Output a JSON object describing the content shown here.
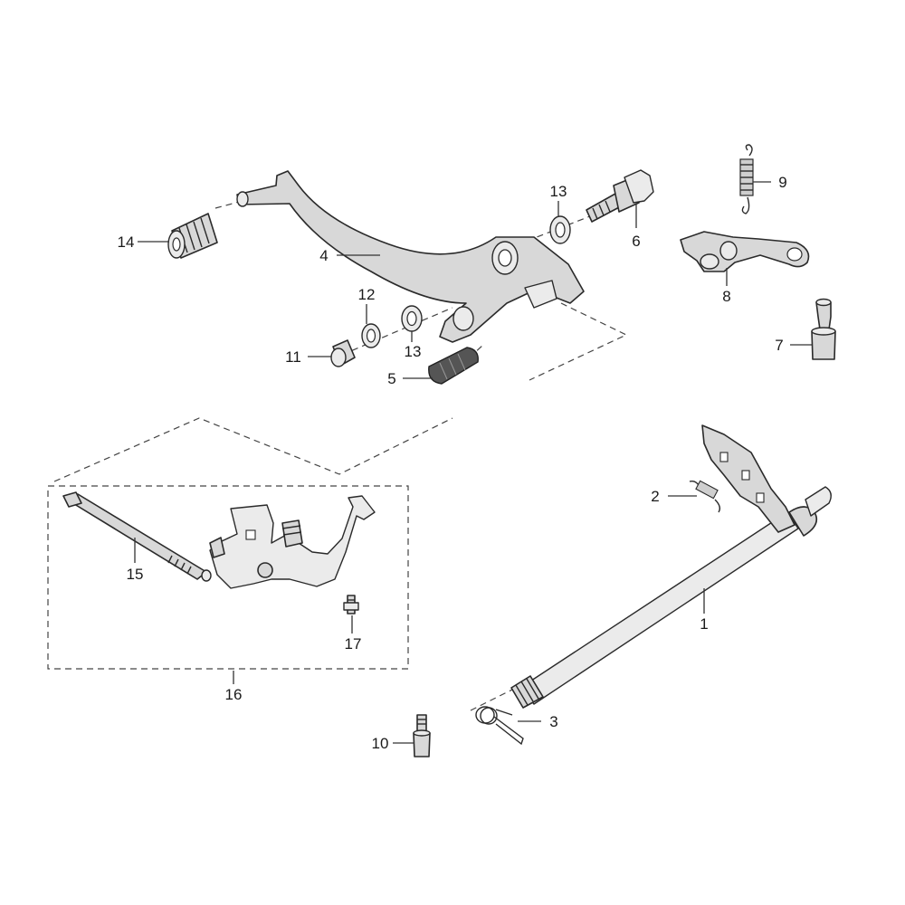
{
  "callouts": {
    "p1": "1",
    "p2": "2",
    "p3": "3",
    "p4": "4",
    "p5": "5",
    "p6": "6",
    "p7": "7",
    "p8": "8",
    "p9": "9",
    "p10": "10",
    "p11": "11",
    "p12": "12",
    "p13a": "13",
    "p13b": "13",
    "p14": "14",
    "p15": "15",
    "p16": "16",
    "p17": "17"
  },
  "colors": {
    "part_fill": "#d8d8d8",
    "outline": "#2a2a2a",
    "rubber": "#555555"
  }
}
